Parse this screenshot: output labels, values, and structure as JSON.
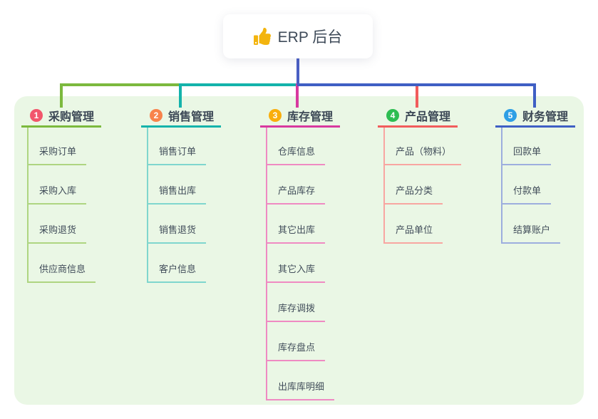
{
  "root": {
    "title": "ERP 后台",
    "icon": "thumbs-up-icon",
    "connector_color": "#4a5fc4"
  },
  "panel": {
    "background_color": "#eaf7e5"
  },
  "branches": [
    {
      "number": "1",
      "label": "采购管理",
      "badge_color": "#f2566c",
      "line_color": "#7cb93e",
      "sub_line_color": "#aed581",
      "children": [
        "采购订单",
        "采购入库",
        "采购退货",
        "供应商信息"
      ]
    },
    {
      "number": "2",
      "label": "销售管理",
      "badge_color": "#f8834b",
      "line_color": "#14b3ab",
      "sub_line_color": "#7fd6ce",
      "children": [
        "销售订单",
        "销售出库",
        "销售退货",
        "客户信息"
      ]
    },
    {
      "number": "3",
      "label": "库存管理",
      "badge_color": "#f9ae0c",
      "line_color": "#d8399f",
      "sub_line_color": "#ef8ac2",
      "children": [
        "仓库信息",
        "产品库存",
        "其它出库",
        "其它入库",
        "库存调拨",
        "库存盘点",
        "出库库明细"
      ]
    },
    {
      "number": "4",
      "label": "产品管理",
      "badge_color": "#2ebd52",
      "line_color": "#f15c5c",
      "sub_line_color": "#f8a6a1",
      "children": [
        "产品（物料）",
        "产品分类",
        "产品单位"
      ]
    },
    {
      "number": "5",
      "label": "财务管理",
      "badge_color": "#2e9fe5",
      "line_color": "#3f5fc4",
      "sub_line_color": "#9daede",
      "children": [
        "回款单",
        "付款单",
        "结算账户"
      ]
    }
  ]
}
